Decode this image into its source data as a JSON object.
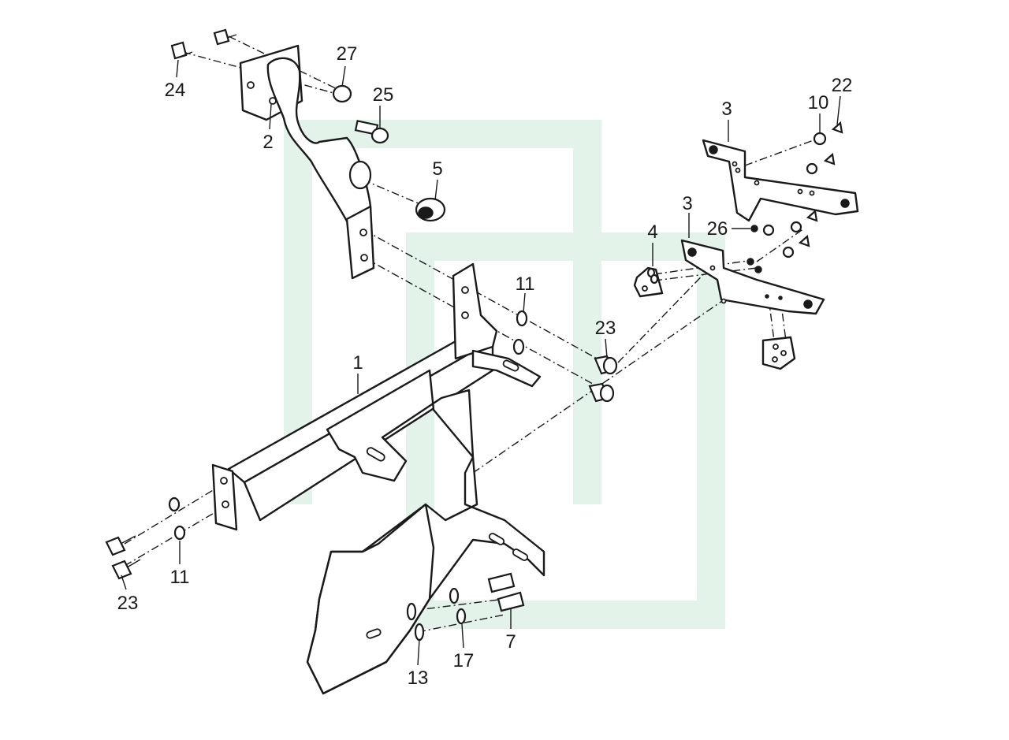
{
  "watermark": {
    "color": "#e3f3e9"
  },
  "callouts": [
    {
      "id": "c24",
      "text": "24"
    },
    {
      "id": "c27",
      "text": "27"
    },
    {
      "id": "c25",
      "text": "25"
    },
    {
      "id": "c2",
      "text": "2"
    },
    {
      "id": "c5",
      "text": "5"
    },
    {
      "id": "c3a",
      "text": "3"
    },
    {
      "id": "c10",
      "text": "10"
    },
    {
      "id": "c22",
      "text": "22"
    },
    {
      "id": "c3b",
      "text": "3"
    },
    {
      "id": "c26",
      "text": "26"
    },
    {
      "id": "c4",
      "text": "4"
    },
    {
      "id": "c11a",
      "text": "11"
    },
    {
      "id": "c23a",
      "text": "23"
    },
    {
      "id": "c1",
      "text": "1"
    },
    {
      "id": "c11b",
      "text": "11"
    },
    {
      "id": "c23b",
      "text": "23"
    },
    {
      "id": "c13",
      "text": "13"
    },
    {
      "id": "c17",
      "text": "17"
    },
    {
      "id": "c7",
      "text": "7"
    }
  ]
}
